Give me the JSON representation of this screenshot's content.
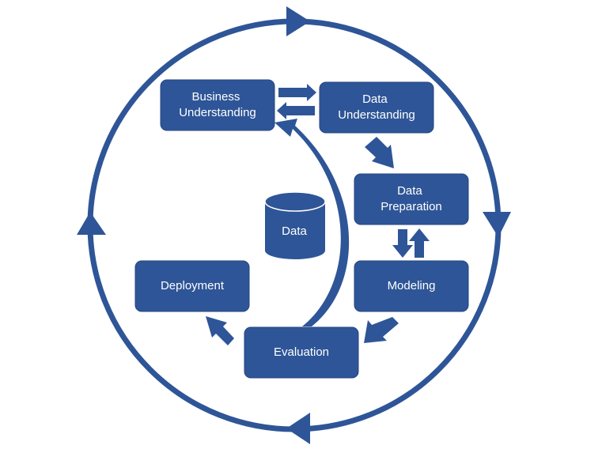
{
  "diagram": {
    "colors": {
      "primary": "#2e5597",
      "text": "#ffffff",
      "background": "#ffffff"
    },
    "nodes": {
      "business_understanding": [
        "Business",
        "Understanding"
      ],
      "data_understanding": [
        "Data",
        "Understanding"
      ],
      "data_preparation": [
        "Data",
        "Preparation"
      ],
      "modeling": [
        "Modeling"
      ],
      "evaluation": [
        "Evaluation"
      ],
      "deployment": [
        "Deployment"
      ],
      "data_store": [
        "Data"
      ]
    }
  }
}
